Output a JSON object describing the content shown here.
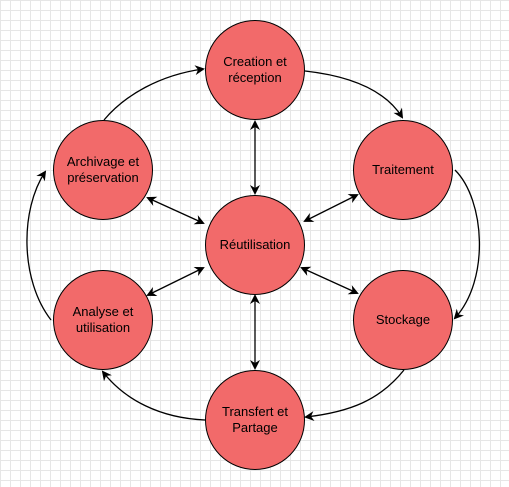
{
  "diagram": {
    "fill": "#f26a6a",
    "stroke": "#000000",
    "nodes": {
      "creation": {
        "label": "Creation et\nréception"
      },
      "traitement": {
        "label": "Traitement"
      },
      "stockage": {
        "label": "Stockage"
      },
      "transfert": {
        "label": "Transfert et\nPartage"
      },
      "analyse": {
        "label": "Analyse et\nutilisation"
      },
      "archivage": {
        "label": "Archivage et\npréservation"
      },
      "reutilisation": {
        "label": "Réutilisation"
      }
    }
  }
}
